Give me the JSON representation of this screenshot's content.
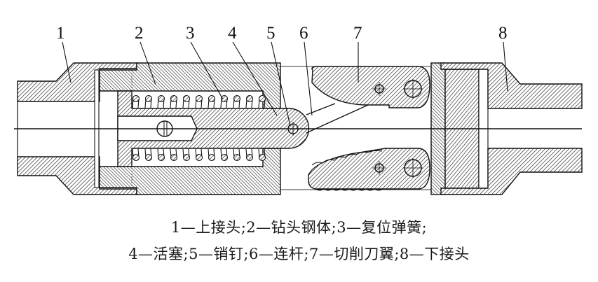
{
  "figure": {
    "type": "mechanical cross-section",
    "part_numbers": [
      "1",
      "2",
      "3",
      "4",
      "5",
      "6",
      "7",
      "8"
    ],
    "caption_lines": [
      "1—上接头;2—钻头钢体;3—复位弹簧;",
      "4—活塞;5—销钉;6—连杆;7—切削刀翼;8—下接头"
    ],
    "legend": [
      {
        "number": "1",
        "name": "上接头"
      },
      {
        "number": "2",
        "name": "钻头钢体"
      },
      {
        "number": "3",
        "name": "复位弹簧"
      },
      {
        "number": "4",
        "name": "活塞"
      },
      {
        "number": "5",
        "name": "销钉"
      },
      {
        "number": "6",
        "name": "连杆"
      },
      {
        "number": "7",
        "name": "切削刀翼"
      },
      {
        "number": "8",
        "name": "下接头"
      }
    ]
  },
  "colors": {
    "line": "#111111",
    "hatch": "#222222",
    "background": "#ffffff"
  }
}
